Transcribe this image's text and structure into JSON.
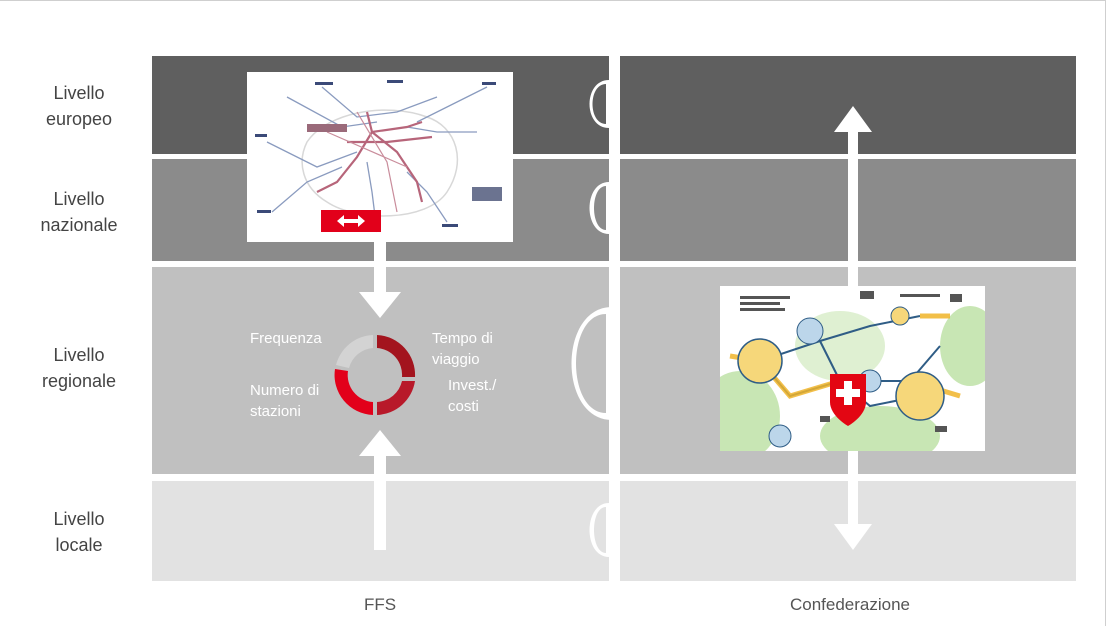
{
  "rows": [
    {
      "line1": "Livello",
      "line2": "europeo"
    },
    {
      "line1": "Livello",
      "line2": "nazionale"
    },
    {
      "line1": "Livello",
      "line2": "regionale"
    },
    {
      "line1": "Livello",
      "line2": "locale"
    }
  ],
  "columns": {
    "left": "FFS",
    "right": "Confederazione"
  },
  "cycle": {
    "top_left": "Frequenza",
    "top_right_1": "Tempo di",
    "top_right_2": "viaggio",
    "bottom_left_1": "Numero di",
    "bottom_left_2": "stazioni",
    "bottom_right_1": "Invest./",
    "bottom_right_2": "costi"
  },
  "colors": {
    "row_european": "#5f5f5f",
    "row_national": "#8b8b8b",
    "row_regional": "#c0c0c0",
    "row_local": "#e2e2e2",
    "sbb_red": "#e2001a",
    "cycle_dark": "#a3141e",
    "cycle_light": "#cfcfcf",
    "swiss_red": "#e30613"
  },
  "icons": {
    "sbb_logo": "sbb-double-arrow-logo",
    "swiss_shield": "swiss-cross-shield",
    "network_map": "rail-network-map",
    "regional_illustration": "regional-network-illustration"
  }
}
